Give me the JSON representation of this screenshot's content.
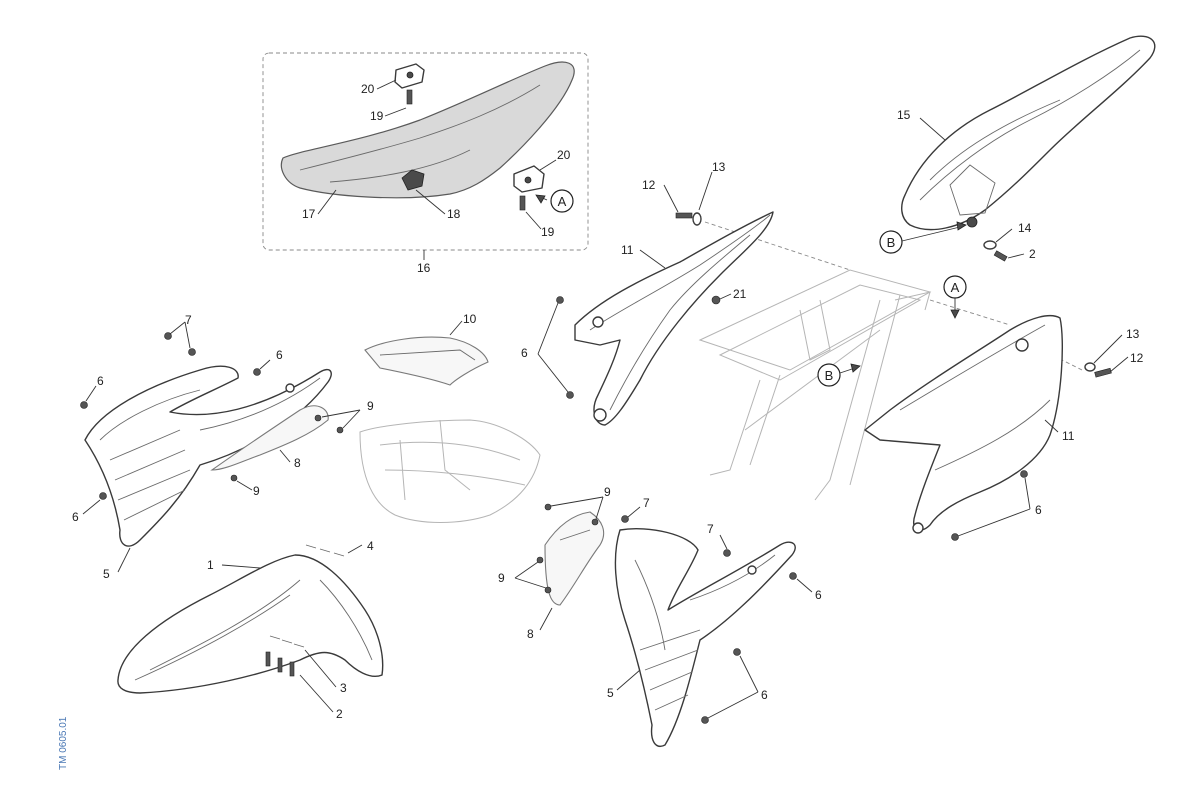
{
  "diagram": {
    "drawing_code": "TM 0605.01",
    "callouts": [
      "1",
      "2",
      "3",
      "4",
      "5",
      "6",
      "7",
      "8",
      "9",
      "10",
      "11",
      "12",
      "13",
      "14",
      "15",
      "16",
      "17",
      "18",
      "19",
      "20",
      "21"
    ],
    "view_markers": [
      "A",
      "B"
    ]
  }
}
